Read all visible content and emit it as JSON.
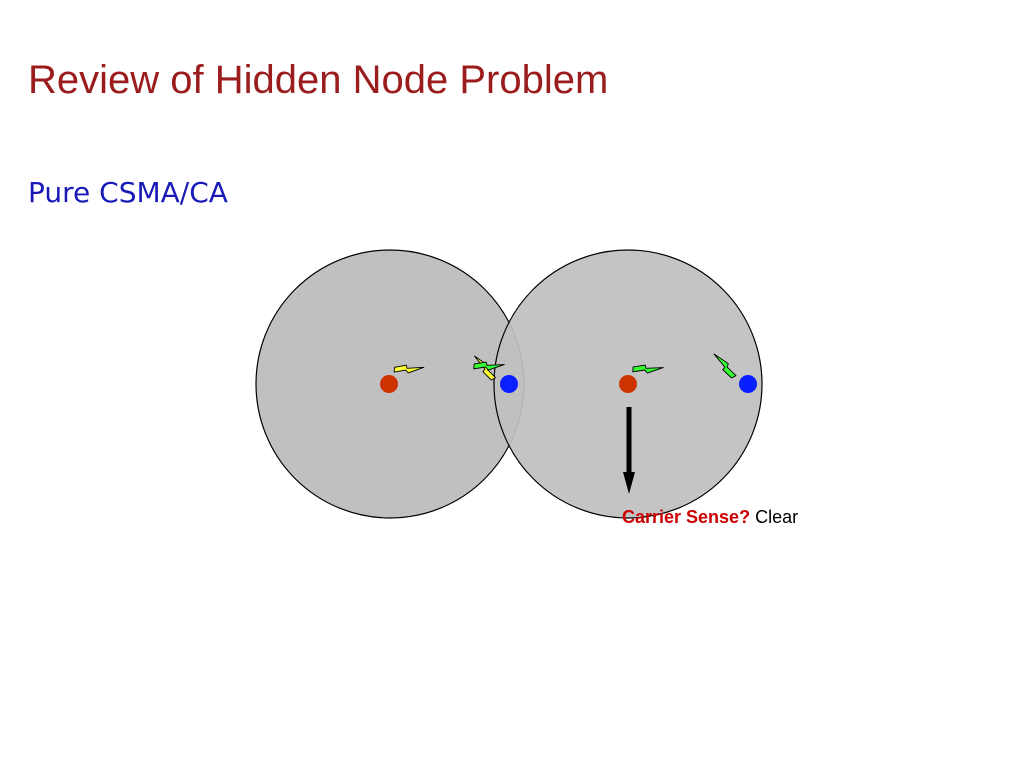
{
  "slide": {
    "title": "Review of Hidden Node Problem",
    "subtitle": "Pure CSMA/CA"
  },
  "diagram": {
    "caption_question": "Carrier Sense?",
    "caption_answer": "Clear"
  },
  "colors": {
    "title": "#9b1c1c",
    "subtitle": "#1a1ab8",
    "range_fill": "#c0c0c0",
    "range_stroke": "#000000",
    "node_red": "#cc3300",
    "node_blue": "#0a1fff",
    "bolt_yellow": "#ffff33",
    "bolt_green": "#33ff33",
    "arrow": "#000000",
    "caption_question": "#cc0000",
    "caption_answer": "#000000"
  },
  "icons": {
    "signal": "lightning-bolt-icon"
  }
}
